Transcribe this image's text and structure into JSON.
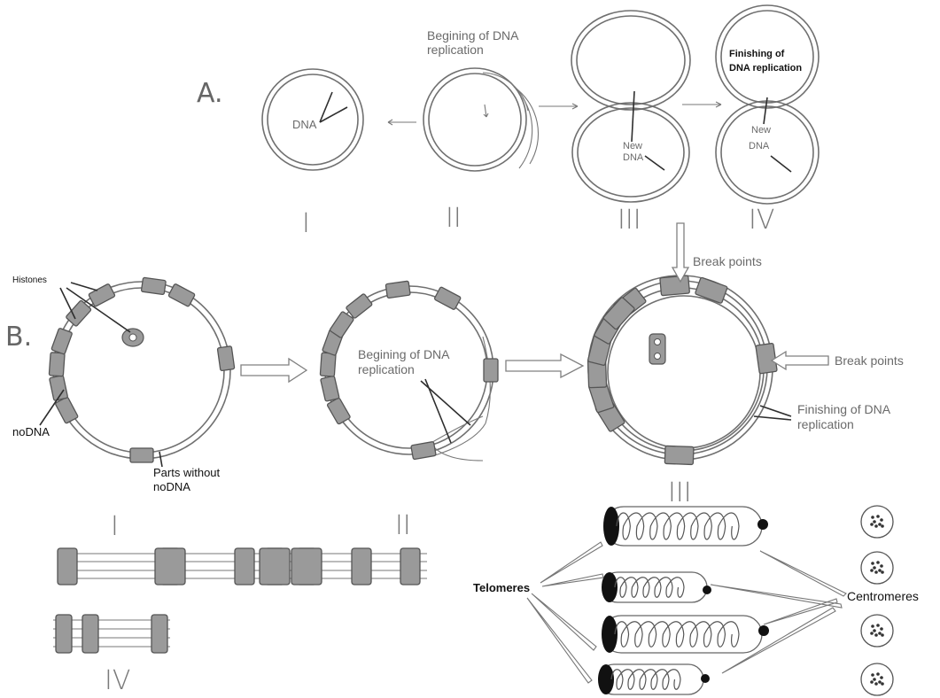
{
  "panel_a": {
    "label": "A.",
    "dna": "DNA",
    "begin_replication": [
      "Begining of DNA",
      "replication"
    ],
    "new_dna_iii": [
      "New",
      "DNA"
    ],
    "new_dna_iv": [
      "New",
      "DNA"
    ],
    "finishing": [
      "Finishing of",
      "DNA replication"
    ],
    "stages": [
      "I",
      "II",
      "III",
      "IV"
    ]
  },
  "panel_b": {
    "label": "B.",
    "histones": "Histones",
    "nodna": "noDNA",
    "parts_without": [
      "Parts without",
      "noDNA"
    ],
    "begin_replication": [
      "Begining of DNA",
      "replication"
    ],
    "break_points_top": "Break points",
    "break_points_right": "Break points",
    "finishing": [
      "Finishing of DNA",
      "replication"
    ],
    "stages": [
      "I",
      "II",
      "III",
      "IV"
    ]
  },
  "chromosomes": {
    "telomeres": "Telomeres",
    "centromeres": "Centromeres"
  }
}
